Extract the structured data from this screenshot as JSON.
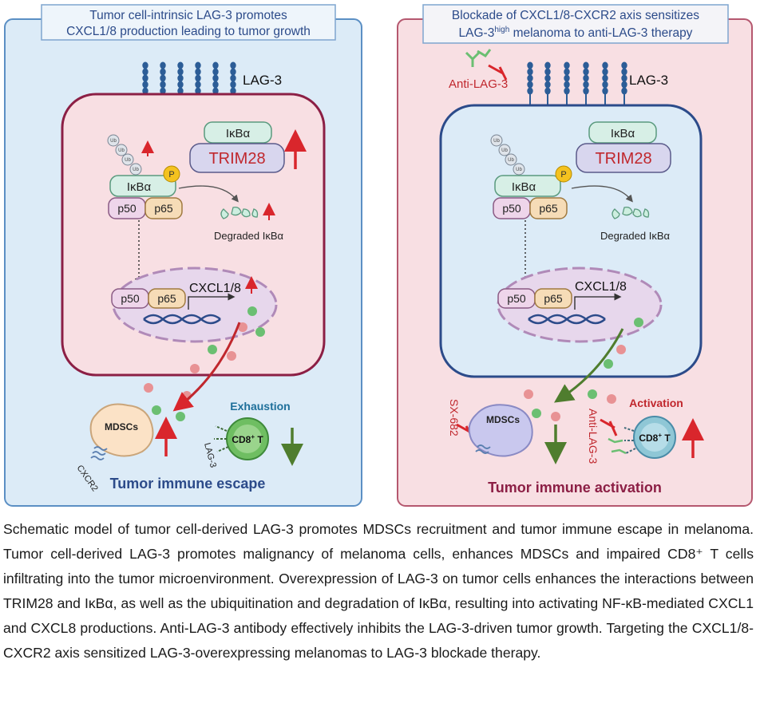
{
  "left_panel": {
    "title_line1": "Tumor cell-intrinsic LAG-3 promotes",
    "title_line2": "CXCL1/8 production leading to tumor growth",
    "lag3_label": "LAG-3",
    "ub_label": "Ub",
    "ikba_label": "IκBα",
    "trim28_label": "TRIM28",
    "p_label": "P",
    "p50_label": "p50",
    "p65_label": "p65",
    "degraded_label": "Degraded IκBα",
    "cxcl_label": "CXCL1/8",
    "mdsc_label": "MDSCs",
    "cxcr2_label": "CXCR2",
    "exhaustion_label": "Exhaustion",
    "cd8_label": "CD8",
    "cd8_sup": "+",
    "cd8_suffix": " T",
    "lag3_small_label": "LAG-3",
    "bottom_label": "Tumor immune escape"
  },
  "right_panel": {
    "title_line1": "Blockade of CXCL1/8-CXCR2 axis sensitizes",
    "title_line2_a": "LAG-3",
    "title_line2_sup": "high",
    "title_line2_b": " melanoma to anti-LAG-3 therapy",
    "anti_lag3_label": "Anti-LAG-3",
    "lag3_label": "LAG-3",
    "ub_label": "Ub",
    "ikba_label": "IκBα",
    "trim28_label": "TRIM28",
    "p_label": "P",
    "p50_label": "p50",
    "p65_label": "p65",
    "degraded_label": "Degraded IκBα",
    "cxcl_label": "CXCL1/8",
    "mdsc_label": "MDSCs",
    "sx_label": "SX-682",
    "anti_lag3_side_label": "Anti-LAG-3",
    "activation_label": "Activation",
    "cd8_label": "CD8",
    "cd8_sup": "+",
    "cd8_suffix": " T",
    "bottom_label": "Tumor immune activation"
  },
  "caption": "Schematic model of tumor cell-derived LAG-3 promotes MDSCs recruitment and tumor immune escape in melanoma. Tumor cell-derived LAG-3 promotes malignancy of melanoma cells, enhances MDSCs and impaired CD8⁺ T cells infiltrating into the tumor microenvironment. Overexpression of LAG-3 on tumor cells enhances the interactions between TRIM28 and IκBα, as well as the ubiquitination and degradation of IκBα, resulting into activating NF-κB-mediated CXCL1 and CXCL8 productions. Anti-LAG-3 antibody effectively inhibits the LAG-3-driven tumor growth. Targeting the CXCL1/8-CXCR2 axis sensitized LAG-3-overexpressing melanomas to LAG-3 blockade therapy.",
  "colors": {
    "left_bg": "#dcebf7",
    "left_cell": "#f8dfe3",
    "right_bg": "#f8dfe3",
    "right_cell": "#dcebf7",
    "red": "#d9262c",
    "green": "#4f7d2e",
    "navy": "#2c4b8a",
    "maroon": "#8c1f45"
  }
}
